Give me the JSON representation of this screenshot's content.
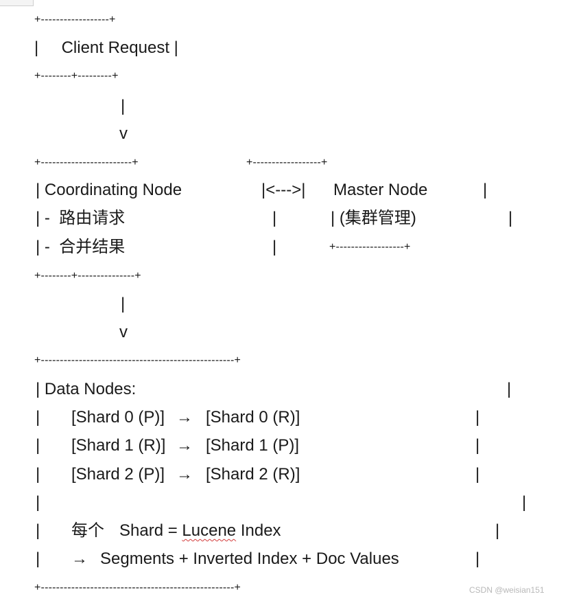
{
  "lines": {
    "l01": "+------------------+",
    "l02": "|     Client Request |",
    "l03": "+--------+---------+",
    "l04": "|",
    "l05": "v",
    "l06a": "+------------------------+",
    "l06b": "+------------------+",
    "l07a": "| Coordinating Node",
    "l07b": "|<--->|",
    "l07c": "Master Node",
    "l07d": "|",
    "l08a": "| -  路由请求",
    "l08b": "|",
    "l08c": "| (集群管理)",
    "l08d": "|",
    "l09a": "| -  合并结果",
    "l09b": "|",
    "l09c": "+------------------+",
    "l10": "+--------+---------------+",
    "l11": "|",
    "l12": "v",
    "l13": "+---------------------------------------------------+",
    "l14a": "| Data Nodes:",
    "l14b": "|",
    "r1_bar": "|",
    "r1_a": "[Shard 0 (P)]",
    "r1_arrow": "→",
    "r1_b": "[Shard 0 (R)]",
    "r1_end": "|",
    "r2_bar": "|",
    "r2_a": "[Shard 1 (R)]",
    "r2_arrow": "→",
    "r2_b": "[Shard 1 (P)]",
    "r2_end": "|",
    "r3_bar": "|",
    "r3_a": "[Shard 2 (P)]",
    "r3_arrow": "→",
    "r3_b": "[Shard 2 (R)]",
    "r3_end": "|",
    "l18a": "|",
    "l18b": "|",
    "l19_bar": "|",
    "l19_cn": "每个",
    "l19_a": "Shard = ",
    "l19_lucene": "Lucene",
    "l19_b": " Index",
    "l19_end": "|",
    "l20_bar": "|",
    "l20_arrow": "→",
    "l20_text": "Segments + Inverted Index + Doc Values",
    "l20_end": "|",
    "l21": "+---------------------------------------------------+"
  },
  "watermark": "CSDN @weisian151"
}
